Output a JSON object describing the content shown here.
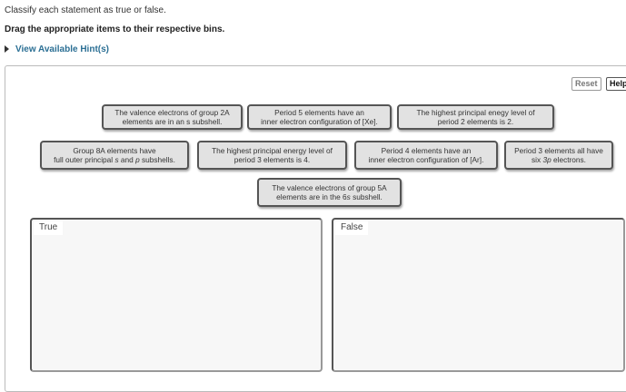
{
  "instructions": {
    "line1": "Classify each statement as true or false.",
    "line2": "Drag the appropriate items to their respective bins.",
    "hint_link": "View Available Hint(s)"
  },
  "toolbar": {
    "reset_label": "Reset",
    "help_label": "Help"
  },
  "items": [
    {
      "l1": "The valence electrons of group 2A",
      "l2": "elements are in an s subshell."
    },
    {
      "l1": "Period 5 elements have an",
      "l2": "inner electron configuration of [Xe]."
    },
    {
      "l1": "The highest principal enegy level of",
      "l2": "period 2 elements is 2."
    },
    {
      "l1": "Group 8A elements have",
      "l2a": "full outer principal ",
      "l2b": "s",
      "l2c": " and ",
      "l2d": "p",
      "l2e": " subshells."
    },
    {
      "l1": "The highest principal energy level of",
      "l2": "period 3 elements is 4."
    },
    {
      "l1": "Period 4 elements have an",
      "l2": "inner electron configuration of [Ar]."
    },
    {
      "l1": "Period 3 elements all have",
      "l2a": "six ",
      "l2b": "3p",
      "l2c": " electrons."
    },
    {
      "l1": "The valence electrons of group 5A",
      "l2a": "elements are in the 6",
      "l2b": "s",
      "l2c": " subshell."
    }
  ],
  "bins": [
    {
      "label": "True"
    },
    {
      "label": "False"
    }
  ]
}
